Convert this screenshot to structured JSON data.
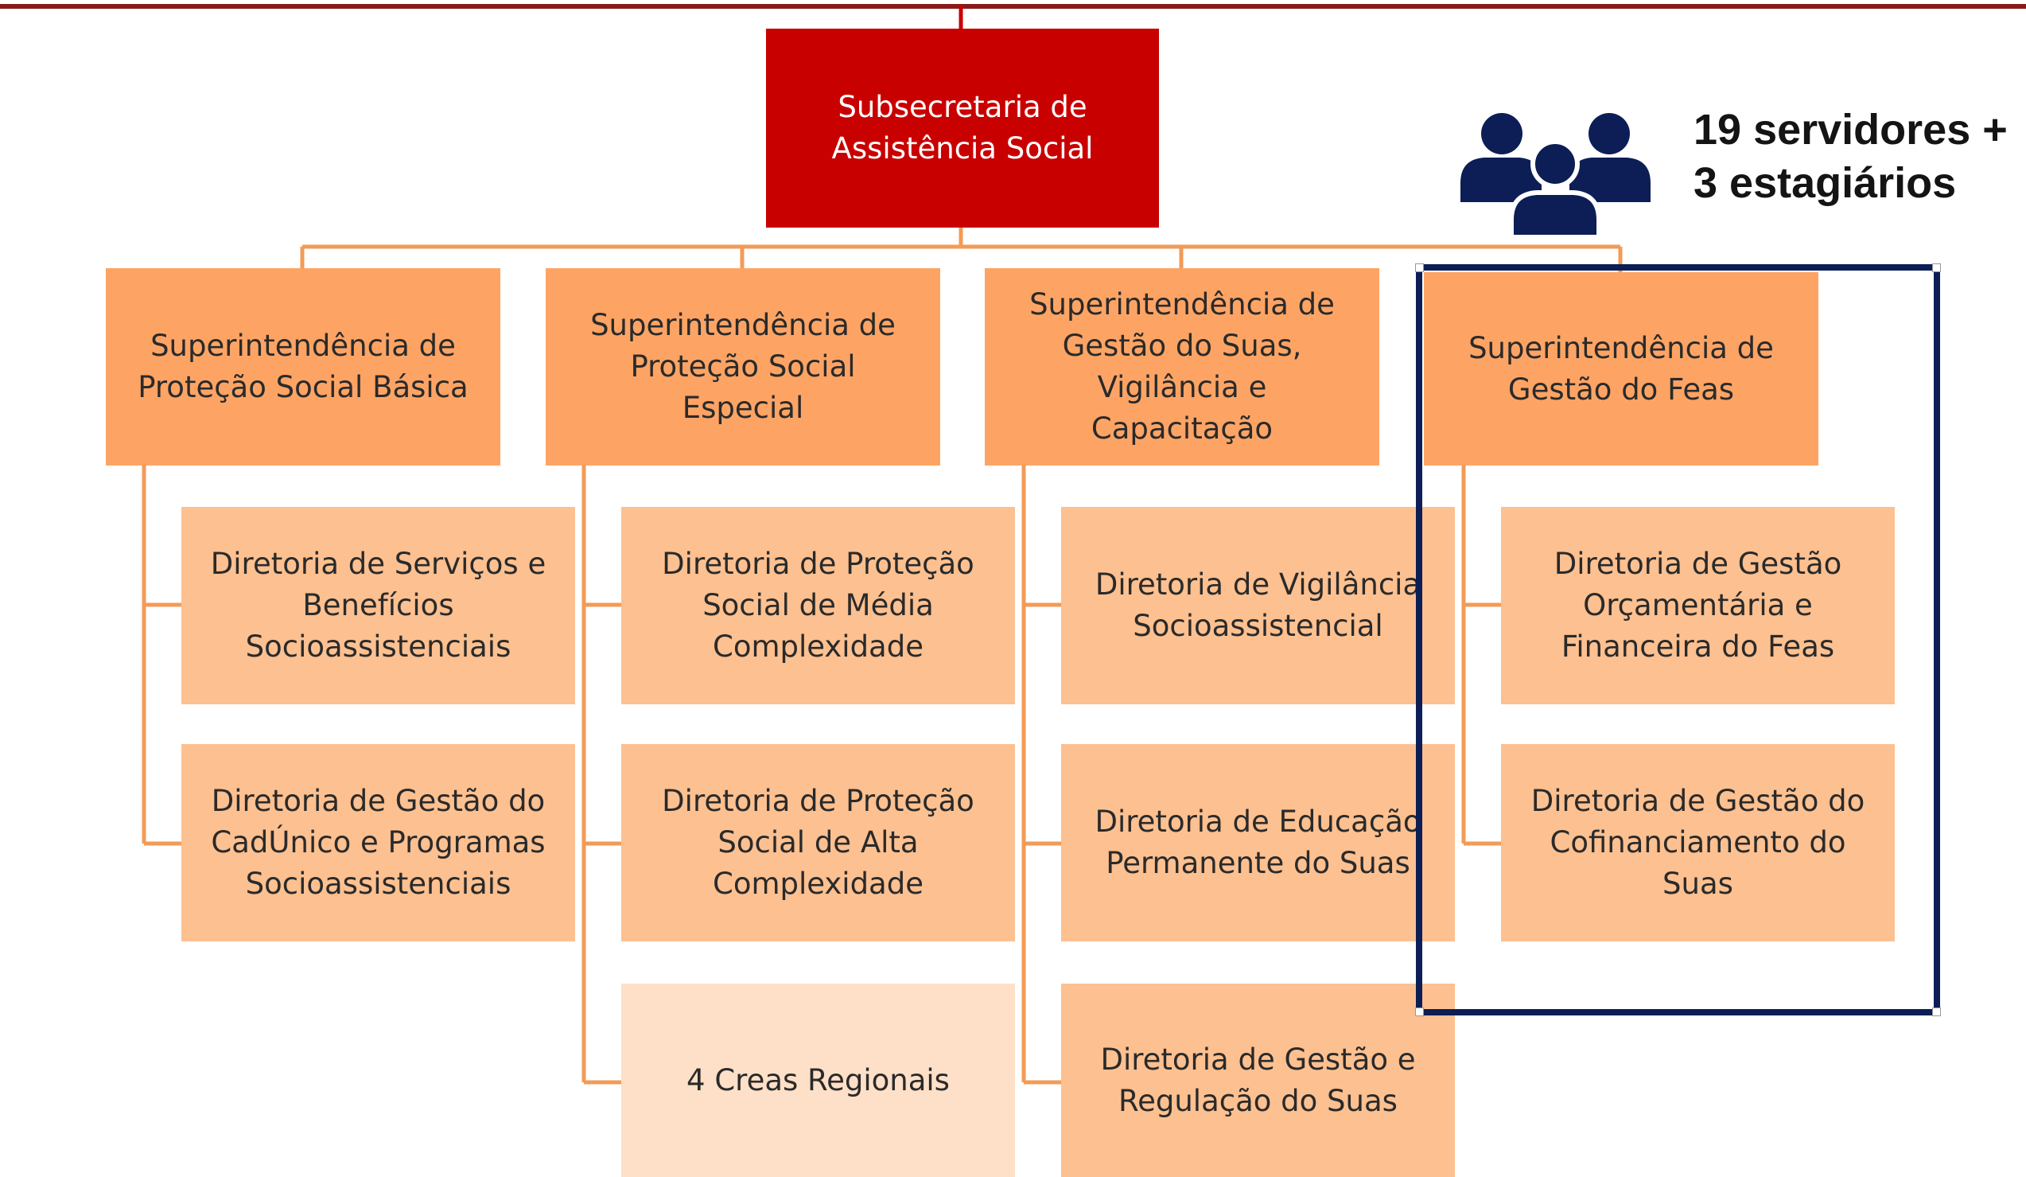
{
  "root": {
    "label": "Subsecretaria de\nAssistência Social"
  },
  "superintendencias": [
    {
      "label": "Superintendência de\nProteção Social Básica"
    },
    {
      "label": "Superintendência de\nProteção Social\nEspecial"
    },
    {
      "label": "Superintendência de\nGestão do Suas,\nVigilância e\nCapacitação"
    },
    {
      "label": "Superintendência de\nGestão do Feas"
    }
  ],
  "diretorias": {
    "basica": [
      {
        "label": "Diretoria de Serviços e\nBenefícios\nSocioassistenciais"
      },
      {
        "label": "Diretoria de Gestão do\nCadÚnico e Programas\nSocioassistenciais"
      }
    ],
    "especial": [
      {
        "label": "Diretoria de Proteção\nSocial de Média\nComplexidade"
      },
      {
        "label": "Diretoria de Proteção\nSocial de Alta\nComplexidade"
      },
      {
        "label": "4 Creas Regionais"
      }
    ],
    "gestao_suas": [
      {
        "label": "Diretoria de Vigilância\nSocioassistencial"
      },
      {
        "label": "Diretoria de Educação\nPermanente do Suas"
      },
      {
        "label": "Diretoria de Gestão e\nRegulação do Suas"
      }
    ],
    "feas": [
      {
        "label": "Diretoria de Gestão\nOrçamentária e\nFinanceira do Feas"
      },
      {
        "label": "Diretoria de Gestão do\nCofinanciamento do\nSuas"
      }
    ]
  },
  "staff": {
    "label": "19 servidores +\n3 estagiários",
    "icon": "people-group-icon"
  },
  "colors": {
    "root": "#c90000",
    "superintendencia": "#fda465",
    "diretoria": "#fdc090",
    "creas": "#fde0c7",
    "connector": "#f29b57",
    "highlight_border": "#0c1e55",
    "header_rule": "#8b1a1a"
  }
}
